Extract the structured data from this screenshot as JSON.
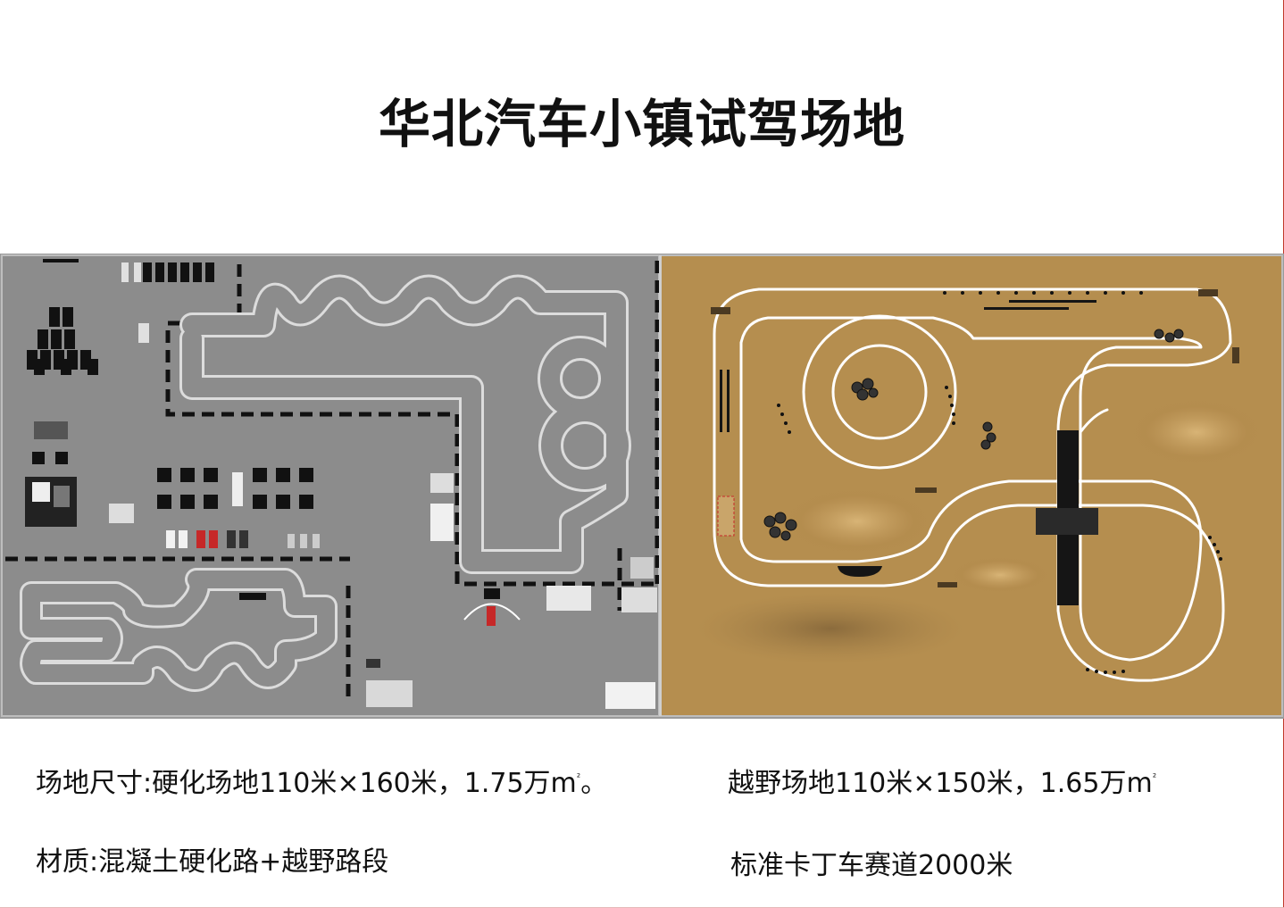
{
  "title": "华北汽车小镇试驾场地",
  "info": {
    "hard_site_size": "场地尺寸:硬化场地110米×160米，1.75万m",
    "hard_site_size_end": "。",
    "offroad_site_size": "越野场地110米×150米，1.65万m",
    "superscript": "²",
    "material": "材质:混凝土硬化路+越野路段",
    "track": "标准卡丁车赛道2000米"
  },
  "colors": {
    "hard_ground": "#8c8c8c",
    "offroad_ground": "#b58e4f",
    "track_line": "#ffffff",
    "accent_edge": "#c0392b"
  }
}
